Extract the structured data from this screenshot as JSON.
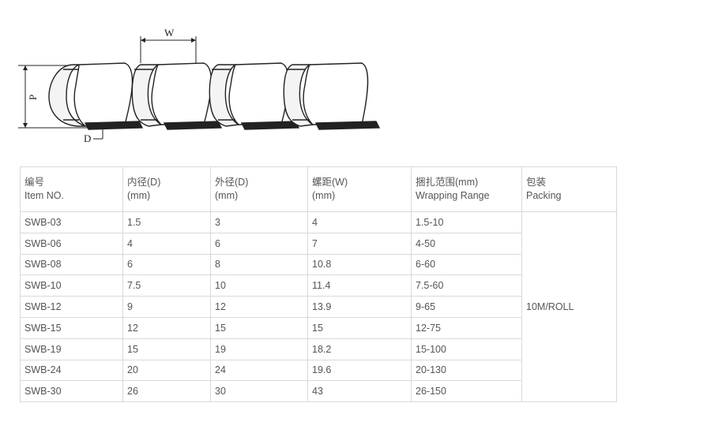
{
  "diagram": {
    "label_w": "W",
    "label_p": "P",
    "label_d": "D"
  },
  "table": {
    "headers": [
      {
        "cn": "编号",
        "en": "Item NO."
      },
      {
        "cn": "内径(D)",
        "en": "(mm)"
      },
      {
        "cn": "外径(D)",
        "en": "(mm)"
      },
      {
        "cn": "螺距(W)",
        "en": "(mm)"
      },
      {
        "cn": "捆扎范围(mm)",
        "en": "Wrapping Range"
      },
      {
        "cn": "包装",
        "en": "Packing"
      }
    ],
    "rows": [
      [
        "SWB-03",
        "1.5",
        "3",
        "4",
        "1.5-10"
      ],
      [
        "SWB-06",
        "4",
        "6",
        "7",
        "4-50"
      ],
      [
        "SWB-08",
        "6",
        "8",
        "10.8",
        "6-60"
      ],
      [
        "SWB-10",
        "7.5",
        "10",
        "11.4",
        "7.5-60"
      ],
      [
        "SWB-12",
        "9",
        "12",
        "13.9",
        "9-65"
      ],
      [
        "SWB-15",
        "12",
        "15",
        "15",
        "12-75"
      ],
      [
        "SWB-19",
        "15",
        "19",
        "18.2",
        "15-100"
      ],
      [
        "SWB-24",
        "20",
        "24",
        "19.6",
        "20-130"
      ],
      [
        "SWB-30",
        "26",
        "30",
        "43",
        "26-150"
      ]
    ],
    "packing": "10M/ROLL"
  }
}
